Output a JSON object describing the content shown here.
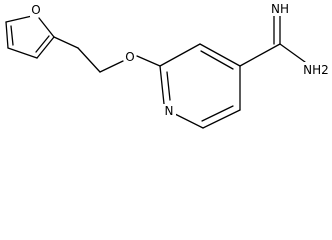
{
  "molecule": {
    "atoms": {
      "furan_oxygen": "O",
      "ether_oxygen": "O",
      "pyridine_nitrogen": "N",
      "imine_nitrogen": "NH",
      "amine_nitrogen": "NH2"
    }
  }
}
